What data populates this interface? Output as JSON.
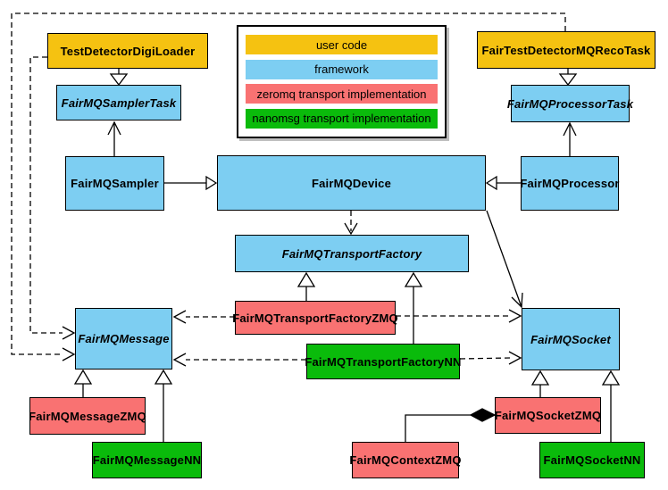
{
  "legend": {
    "items": [
      {
        "label": "user code",
        "color": "#F5C211",
        "key": "user"
      },
      {
        "label": "framework",
        "color": "#7DCEF2",
        "key": "framework"
      },
      {
        "label": "zeromq transport implementation",
        "color": "#F97272",
        "key": "zeromq"
      },
      {
        "label": "nanomsg transport implementation",
        "color": "#0ABB0B",
        "key": "nanomsg"
      }
    ]
  },
  "nodes": {
    "test_detector_digi_loader": {
      "label": "TestDetectorDigiLoader",
      "category": "user code"
    },
    "fair_test_detector_mq_reco_task": {
      "label": "FairTestDetectorMQRecoTask",
      "category": "user code"
    },
    "fairmq_sampler_task": {
      "label": "FairMQSamplerTask",
      "category": "framework",
      "abstract": true
    },
    "fairmq_processor_task": {
      "label": "FairMQProcessorTask",
      "category": "framework",
      "abstract": true
    },
    "fairmq_sampler": {
      "label": "FairMQSampler",
      "category": "framework"
    },
    "fairmq_device": {
      "label": "FairMQDevice",
      "category": "framework"
    },
    "fairmq_processor": {
      "label": "FairMQProcessor",
      "category": "framework"
    },
    "fairmq_transport_factory": {
      "label": "FairMQTransportFactory",
      "category": "framework",
      "abstract": true
    },
    "fairmq_transport_factory_zmq": {
      "label": "FairMQTransportFactoryZMQ",
      "category": "zeromq"
    },
    "fairmq_transport_factory_nn": {
      "label": "FairMQTransportFactoryNN",
      "category": "nanomsg"
    },
    "fairmq_message": {
      "label": "FairMQMessage",
      "category": "framework",
      "abstract": true
    },
    "fairmq_socket": {
      "label": "FairMQSocket",
      "category": "framework",
      "abstract": true
    },
    "fairmq_message_zmq": {
      "label": "FairMQMessageZMQ",
      "category": "zeromq"
    },
    "fairmq_message_nn": {
      "label": "FairMQMessageNN",
      "category": "nanomsg"
    },
    "fairmq_context_zmq": {
      "label": "FairMQContextZMQ",
      "category": "zeromq"
    },
    "fairmq_socket_zmq": {
      "label": "FairMQSocketZMQ",
      "category": "zeromq"
    },
    "fairmq_socket_nn": {
      "label": "FairMQSocketNN",
      "category": "nanomsg"
    }
  },
  "relations": [
    {
      "from": "TestDetectorDigiLoader",
      "to": "FairMQSamplerTask",
      "type": "inheritance"
    },
    {
      "from": "FairTestDetectorMQRecoTask",
      "to": "FairMQProcessorTask",
      "type": "inheritance"
    },
    {
      "from": "FairMQSampler",
      "to": "FairMQSamplerTask",
      "type": "association"
    },
    {
      "from": "FairMQProcessor",
      "to": "FairMQProcessorTask",
      "type": "association"
    },
    {
      "from": "FairMQSampler",
      "to": "FairMQDevice",
      "type": "inheritance"
    },
    {
      "from": "FairMQProcessor",
      "to": "FairMQDevice",
      "type": "inheritance"
    },
    {
      "from": "FairMQDevice",
      "to": "FairMQTransportFactory",
      "type": "dependency-dashed"
    },
    {
      "from": "FairMQDevice",
      "to": "FairMQSocket",
      "type": "association"
    },
    {
      "from": "FairMQTransportFactoryZMQ",
      "to": "FairMQTransportFactory",
      "type": "inheritance"
    },
    {
      "from": "FairMQTransportFactoryNN",
      "to": "FairMQTransportFactory",
      "type": "inheritance"
    },
    {
      "from": "FairMQTransportFactoryZMQ",
      "to": "FairMQMessage",
      "type": "dependency-dashed"
    },
    {
      "from": "FairMQTransportFactoryZMQ",
      "to": "FairMQSocket",
      "type": "dependency-dashed"
    },
    {
      "from": "FairMQTransportFactoryNN",
      "to": "FairMQMessage",
      "type": "dependency-dashed"
    },
    {
      "from": "FairMQTransportFactoryNN",
      "to": "FairMQSocket",
      "type": "dependency-dashed"
    },
    {
      "from": "TestDetectorDigiLoader",
      "to": "FairMQMessage",
      "type": "dependency-dashed"
    },
    {
      "from": "FairTestDetectorMQRecoTask",
      "to": "FairMQMessage",
      "type": "dependency-dashed"
    },
    {
      "from": "FairMQMessageZMQ",
      "to": "FairMQMessage",
      "type": "inheritance"
    },
    {
      "from": "FairMQMessageNN",
      "to": "FairMQMessage",
      "type": "inheritance"
    },
    {
      "from": "FairMQSocketZMQ",
      "to": "FairMQSocket",
      "type": "inheritance"
    },
    {
      "from": "FairMQSocketNN",
      "to": "FairMQSocket",
      "type": "inheritance"
    },
    {
      "from": "FairMQSocketZMQ",
      "to": "FairMQContextZMQ",
      "type": "composition"
    }
  ]
}
